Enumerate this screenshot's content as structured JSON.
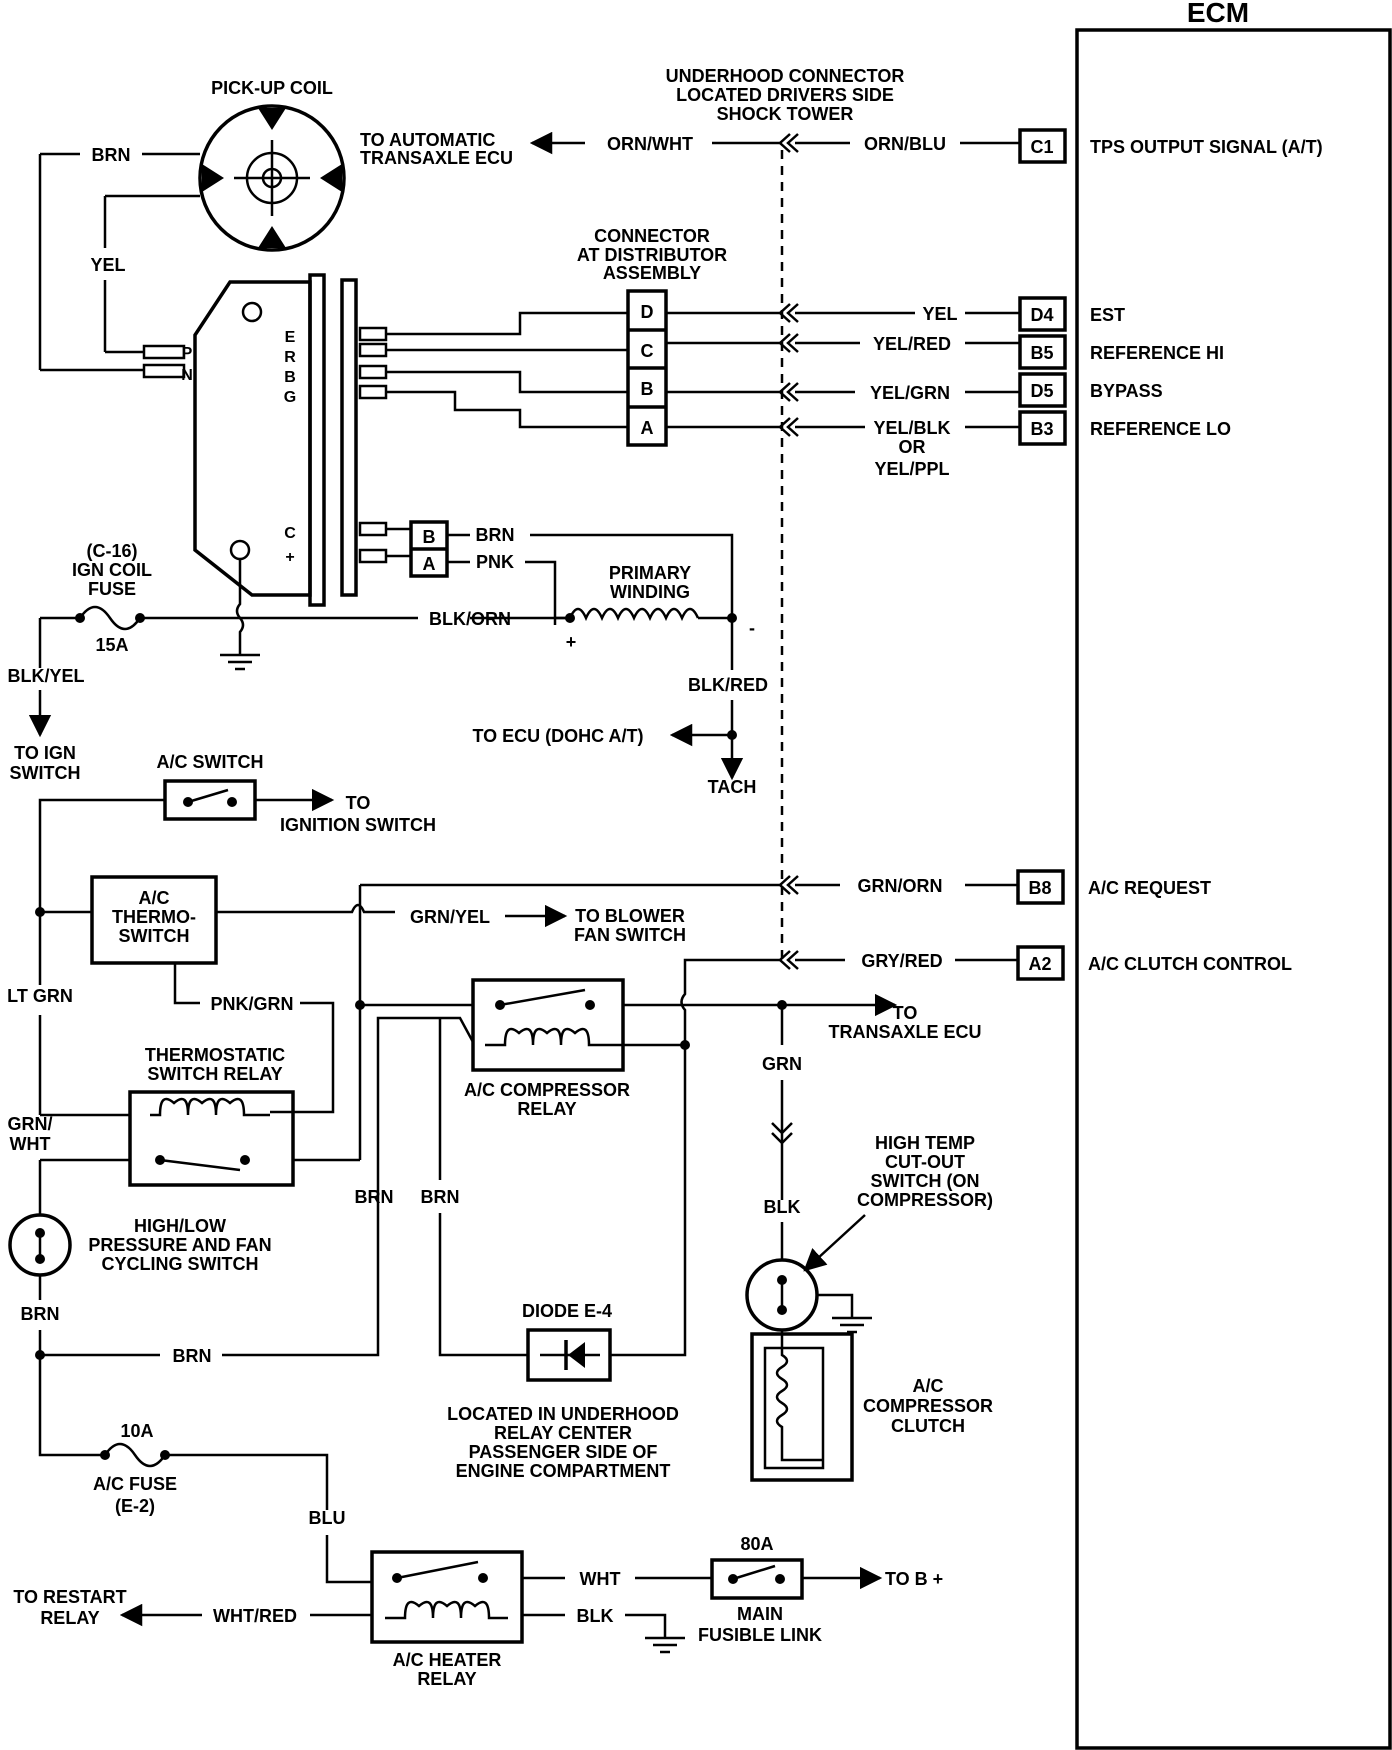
{
  "ecm": {
    "title": "ECM",
    "pins": [
      {
        "pin": "C1",
        "signal": "TPS OUTPUT SIGNAL (A/T)"
      },
      {
        "pin": "D4",
        "signal": "EST"
      },
      {
        "pin": "B5",
        "signal": "REFERENCE HI"
      },
      {
        "pin": "D5",
        "signal": "BYPASS"
      },
      {
        "pin": "B3",
        "signal": "REFERENCE LO"
      },
      {
        "pin": "B8",
        "signal": "A/C REQUEST"
      },
      {
        "pin": "A2",
        "signal": "A/C CLUTCH CONTROL"
      }
    ]
  },
  "labels": {
    "underhood_connector": [
      "UNDERHOOD CONNECTOR",
      "LOCATED DRIVERS SIDE",
      "SHOCK TOWER"
    ],
    "pickup_coil": "PICK-UP COIL",
    "to_auto_transaxle": [
      "TO AUTOMATIC",
      "TRANSAXLE ECU"
    ],
    "dist_connector": [
      "CONNECTOR",
      "AT DISTRIBUTOR",
      "ASSEMBLY"
    ],
    "dist_pins": [
      "D",
      "C",
      "B",
      "A"
    ],
    "module_left_pins": [
      "P",
      "N"
    ],
    "module_right_pins": [
      "E",
      "R",
      "B",
      "G"
    ],
    "module_bottom_pins": [
      "C",
      "+"
    ],
    "coil_connector": [
      "B",
      "A"
    ],
    "yel_blk_alt": [
      "YEL/BLK",
      "OR",
      "YEL/PPL"
    ],
    "ign_fuse": [
      "(C-16)",
      "IGN COIL",
      "FUSE"
    ],
    "ign_fuse_rating": "15A",
    "primary_winding": [
      "PRIMARY",
      "WINDING"
    ],
    "plus": "+",
    "minus": "-",
    "to_ign_switch": [
      "TO IGN",
      "SWITCH"
    ],
    "to_ecu_dohc": "TO ECU (DOHC A/T)",
    "tach": "TACH",
    "ac_switch": "A/C SWITCH",
    "to_ignition_switch": [
      "TO",
      "IGNITION SWITCH"
    ],
    "ac_thermo": [
      "A/C",
      "THERMO-",
      "SWITCH"
    ],
    "to_blower": [
      "TO BLOWER",
      "FAN SWITCH"
    ],
    "thermostatic_relay": [
      "THERMOSTATIC",
      "SWITCH RELAY"
    ],
    "ac_comp_relay": [
      "A/C COMPRESSOR",
      "RELAY"
    ],
    "to_transaxle_ecu": [
      "TO",
      "TRANSAXLE ECU"
    ],
    "high_temp_switch": [
      "HIGH TEMP",
      "CUT-OUT",
      "SWITCH (ON",
      "COMPRESSOR)"
    ],
    "pressure_switch": [
      "HIGH/LOW",
      "PRESSURE AND FAN",
      "CYCLING SWITCH"
    ],
    "diode": "DIODE E-4",
    "relay_center": [
      "LOCATED IN UNDERHOOD",
      "RELAY CENTER",
      "PASSENGER SIDE OF",
      "ENGINE COMPARTMENT"
    ],
    "ac_clutch": [
      "A/C",
      "COMPRESSOR",
      "CLUTCH"
    ],
    "ac_fuse_rating": "10A",
    "ac_fuse": [
      "A/C FUSE",
      "(E-2)"
    ],
    "fusible_rating": "80A",
    "to_b_plus": "TO B +",
    "main_fusible": [
      "MAIN",
      "FUSIBLE LINK"
    ],
    "ac_heater_relay": [
      "A/C HEATER",
      "RELAY"
    ],
    "to_restart_relay": [
      "TO RESTART",
      "RELAY"
    ]
  },
  "wires": {
    "brn": "BRN",
    "yel": "YEL",
    "orn_wht": "ORN/WHT",
    "orn_blu": "ORN/BLU",
    "yel_red": "YEL/RED",
    "yel_grn": "YEL/GRN",
    "pnk": "PNK",
    "blk_orn": "BLK/ORN",
    "blk_yel": "BLK/YEL",
    "blk_red": "BLK/RED",
    "grn_orn": "GRN/ORN",
    "gry_red": "GRY/RED",
    "grn_yel": "GRN/YEL",
    "lt_grn": "LT GRN",
    "pnk_grn": "PNK/GRN",
    "grn_wht": [
      "GRN/",
      "WHT"
    ],
    "grn": "GRN",
    "blk": "BLK",
    "blu": "BLU",
    "wht": "WHT",
    "wht_red": "WHT/RED"
  }
}
